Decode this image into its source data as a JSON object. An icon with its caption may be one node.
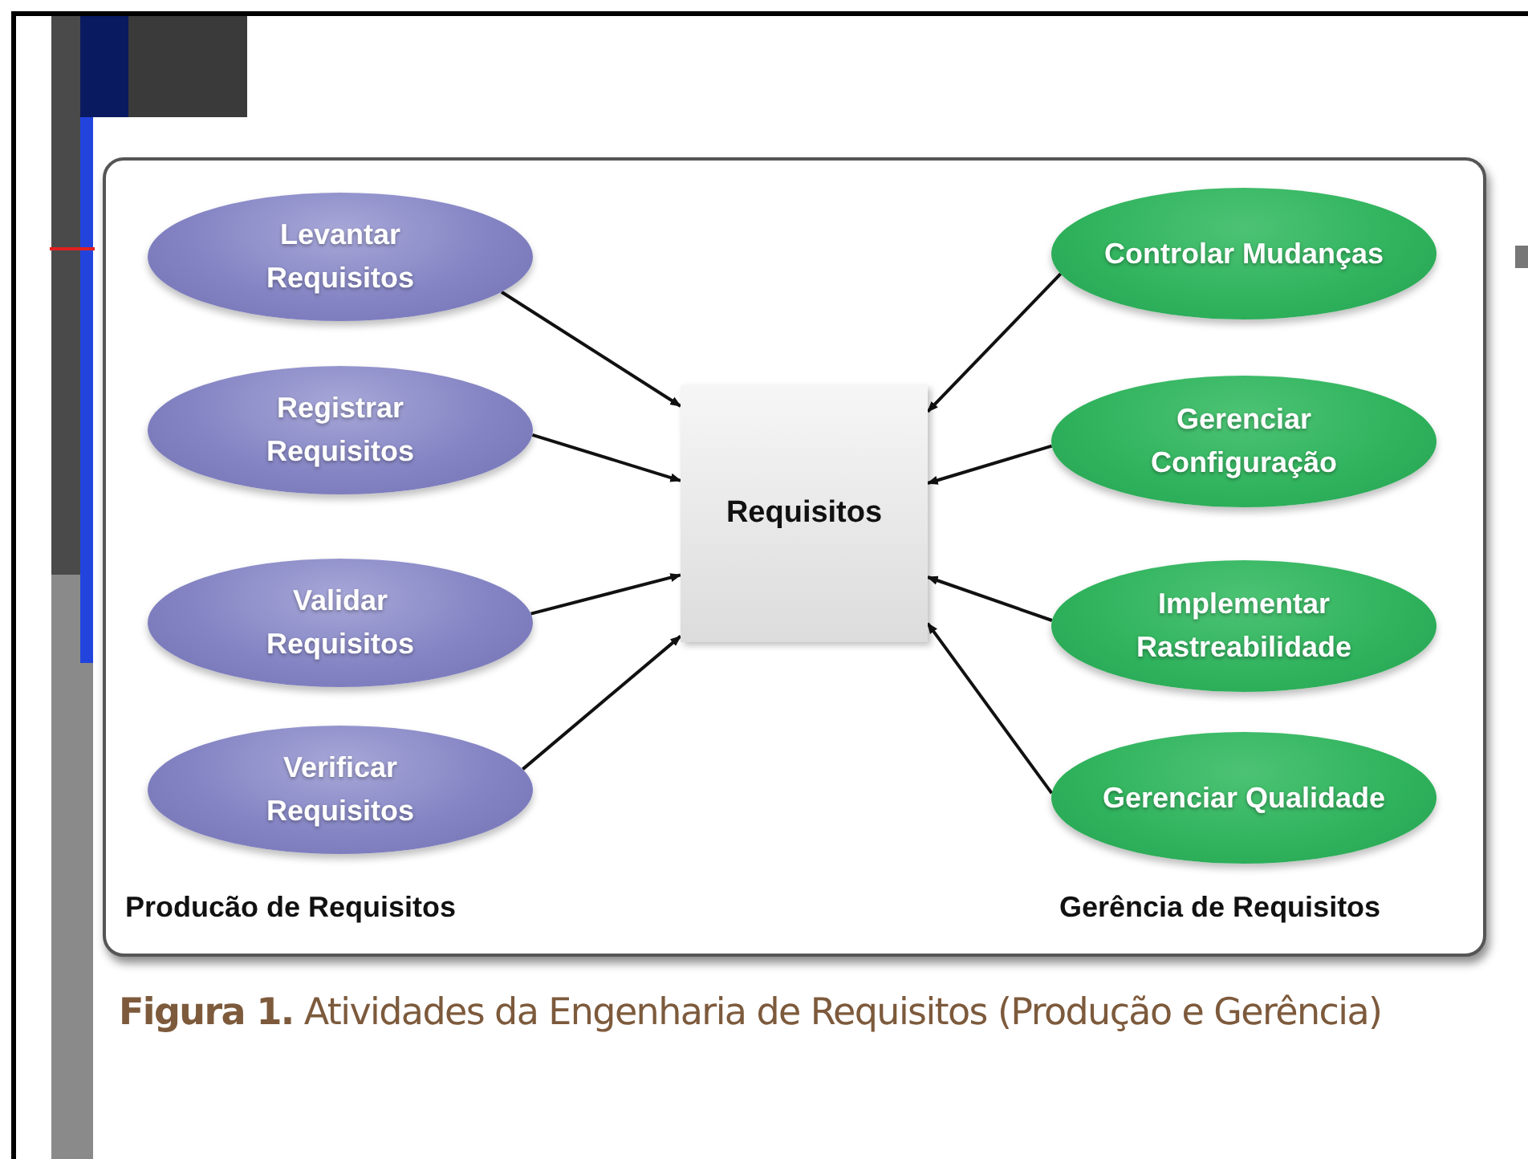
{
  "diagram": {
    "caption": "**Figura 1.** Atividades da Engenharia de Requisitos (Produção e Gerência)",
    "nodes": [
      {
        "text": [
          "Levantar Requisitos"
        ]
      },
      {
        "text": [
          "Registrar Requisitos"
        ]
      },
      {
        "text": [
          "Validar Requisitos"
        ]
      },
      {
        "text": [
          "Verificar Requisitos"
        ]
      },
      {
        "text": [
          "Requisitos"
        ]
      },
      {
        "text": [
          "Controlar Mudanças"
        ]
      },
      {
        "text": [
          "Gerenciar Configuração"
        ]
      },
      {
        "text": [
          "Implementar Rastreabilidade"
        ]
      },
      {
        "text": [
          "Gerenciar Qualidade"
        ]
      }
    ],
    "edges": [
      {
        "from": 0,
        "to": 4,
        "arrow": "to"
      },
      {
        "from": 1,
        "to": 4,
        "arrow": "to"
      },
      {
        "from": 2,
        "to": 4,
        "arrow": "to"
      },
      {
        "from": 3,
        "to": 4,
        "arrow": "to"
      },
      {
        "from": 5,
        "to": 4,
        "arrow": "to"
      },
      {
        "from": 6,
        "to": 4,
        "arrow": "to"
      },
      {
        "from": 7,
        "to": 4,
        "arrow": "to"
      },
      {
        "from": 8,
        "to": 4,
        "arrow": "to"
      }
    ],
    "labels": [
      "Producão de Requisitos",
      "Gerência de Requisitos"
    ]
  }
}
